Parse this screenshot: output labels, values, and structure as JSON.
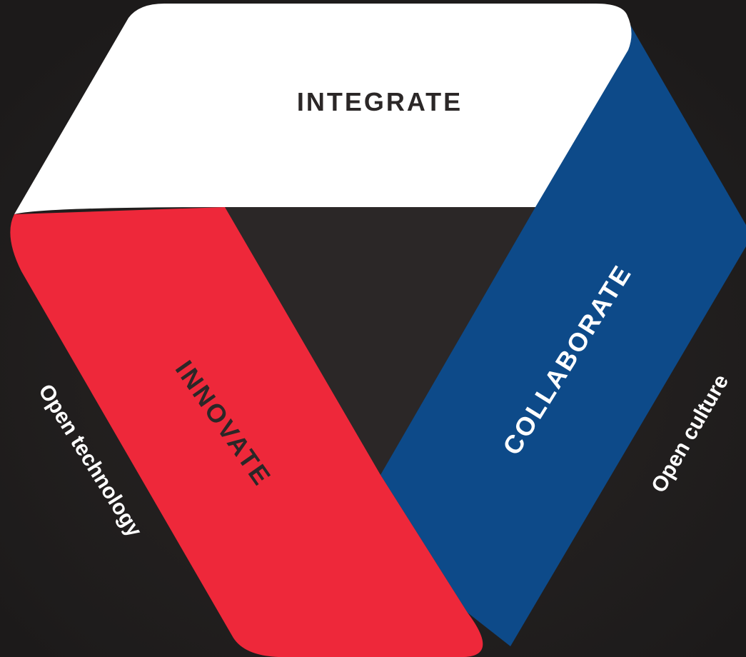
{
  "diagram": {
    "bands": {
      "integrate": {
        "label": "INTEGRATE",
        "color": "#ffffff",
        "text_color": "#2b2727"
      },
      "innovate": {
        "label": "INNOVATE",
        "color": "#ee283a",
        "text_color": "#2b2727"
      },
      "collaborate": {
        "label": "COLLABORATE",
        "color": "#0d4a89",
        "text_color": "#ffffff"
      }
    },
    "side_labels": {
      "left": "Open technology",
      "right": "Open culture"
    },
    "background_color": "#211e1e",
    "center_color": "#2b2727"
  }
}
